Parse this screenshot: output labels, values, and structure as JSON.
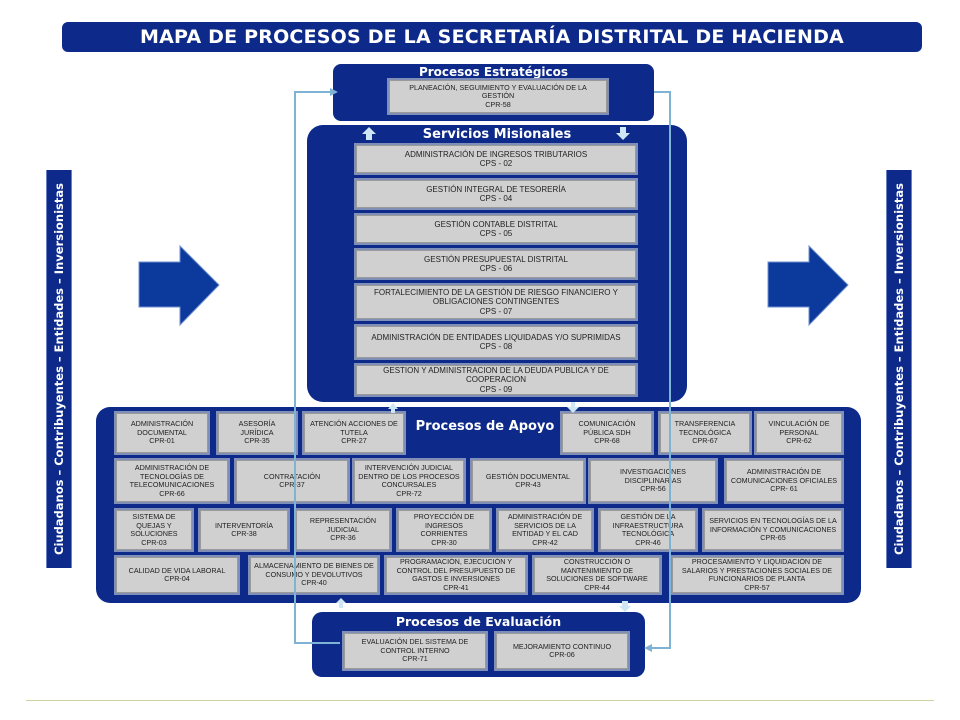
{
  "title": "MAPA DE PROCESOS DE LA SECRETARÍA DISTRITAL DE HACIENDA",
  "side_left": "Ciudadanos – Contribuyentes – Entidades – Inversionistas",
  "side_right": "Ciudadanos – Contribuyentes – Entidades – Inversionistas",
  "estrategicos": {
    "title": "Procesos Estratégicos",
    "items": [
      {
        "name": "PLANEACIÓN, SEGUIMIENTO Y EVALUACIÓN DE LA GESTIÓN",
        "code": "CPR-58"
      }
    ]
  },
  "misionales": {
    "title": "Servicios Misionales",
    "items": [
      {
        "name": "ADMINISTRACIÓN DE INGRESOS TRIBUTARIOS",
        "code": "CPS - 02"
      },
      {
        "name": "GESTIÓN INTEGRAL DE TESORERÍA",
        "code": "CPS - 04"
      },
      {
        "name": "GESTIÓN CONTABLE DISTRITAL",
        "code": "CPS - 05"
      },
      {
        "name": "GESTIÓN PRESUPUESTAL DISTRITAL",
        "code": "CPS - 06"
      },
      {
        "name": "FORTALECIMIENTO DE LA GESTIÓN DE RIESGO FINANCIERO Y OBLIGACIONES CONTINGENTES",
        "code": "CPS - 07"
      },
      {
        "name": "ADMINISTRACIÓN DE ENTIDADES LIQUIDADAS Y/O SUPRIMIDAS",
        "code": "CPS - 08"
      },
      {
        "name": "GESTION Y ADMINISTRACION DE LA DEUDA PUBLICA Y DE COOPERACION",
        "code": "CPS - 09"
      }
    ]
  },
  "apoyo": {
    "title": "Procesos de Apoyo",
    "items": [
      {
        "name": "ADMINISTRACIÓN DOCUMENTAL",
        "code": "CPR-01"
      },
      {
        "name": "ASESORÍA JURÍDICA",
        "code": "CPR-35"
      },
      {
        "name": "ATENCIÓN ACCIONES DE TUTELA",
        "code": "CPR-27"
      },
      {
        "name": "COMUNICACIÓN PÚBLICA SDH",
        "code": "CPR-68"
      },
      {
        "name": "TRANSFERENCIA TECNOLÓGICA",
        "code": "CPR-67"
      },
      {
        "name": "VINCULACIÓN DE PERSONAL",
        "code": "CPR-62"
      },
      {
        "name": "ADMINISTRACIÓN DE TECNOLOGÍAS DE TELECOMUNICACIONES",
        "code": "CPR-66"
      },
      {
        "name": "CONTRATACIÓN",
        "code": "CPR-37"
      },
      {
        "name": "INTERVENCIÓN JUDICIAL DENTRO DE LOS PROCESOS CONCURSALES",
        "code": "CPR-72"
      },
      {
        "name": "GESTIÓN DOCUMENTAL",
        "code": "CPR-43"
      },
      {
        "name": "INVESTIGACIONES DISCIPLINARIAS",
        "code": "CPR-56"
      },
      {
        "name": "ADMINISTRACIÓN DE COMUNICACIONES OFICIALES",
        "code": "CPR- 61"
      },
      {
        "name": "SISTEMA DE QUEJAS Y SOLUCIONES",
        "code": "CPR-03"
      },
      {
        "name": "INTERVENTORÍA",
        "code": "CPR-38"
      },
      {
        "name": "REPRESENTACIÓN JUDICIAL",
        "code": "CPR-36"
      },
      {
        "name": "PROYECCIÓN DE INGRESOS CORRIENTES",
        "code": "CPR-30"
      },
      {
        "name": "ADMINISTRACIÓN DE SERVICIOS DE LA ENTIDAD Y EL CAD",
        "code": "CPR-42"
      },
      {
        "name": "GESTIÓN DE LA INFRAESTRUCTURA TECNOLÓGICA",
        "code": "CPR-46"
      },
      {
        "name": "SERVICIOS EN TECNOLOGÍAS DE LA INFORMACIÓN Y COMUNICACIONES",
        "code": "CPR-65"
      },
      {
        "name": "CALIDAD DE VIDA LABORAL",
        "code": "CPR-04"
      },
      {
        "name": "ALMACENAMIENTO DE BIENES DE CONSUMO Y DEVOLUTIVOS",
        "code": "CPR-40"
      },
      {
        "name": "PROGRAMACIÓN, EJECUCIÓN Y CONTROL DEL PRESUPUESTO DE GASTOS E INVERSIONES",
        "code": "CPR-41"
      },
      {
        "name": "CONSTRUCCIÓN O MANTENIMIENTO DE SOLUCIONES DE SOFTWARE",
        "code": "CPR-44"
      },
      {
        "name": "PROCESAMIENTO Y LIQUIDACIÓN DE SALARIOS Y PRESTACIONES SOCIALES DE FUNCIONARIOS DE PLANTA",
        "code": "CPR-57"
      }
    ]
  },
  "evaluacion": {
    "title": "Procesos de Evaluación",
    "items": [
      {
        "name": "EVALUACIÓN DEL SISTEMA DE CONTROL INTERNO",
        "code": "CPR-71"
      },
      {
        "name": "MEJORAMIENTO CONTINUO",
        "code": "CPR-06"
      }
    ]
  },
  "colors": {
    "navy": "#0d2a8a",
    "box": "#d0d0d0",
    "arrow": "#0b3a9c",
    "connector": "#7fb3d5"
  }
}
